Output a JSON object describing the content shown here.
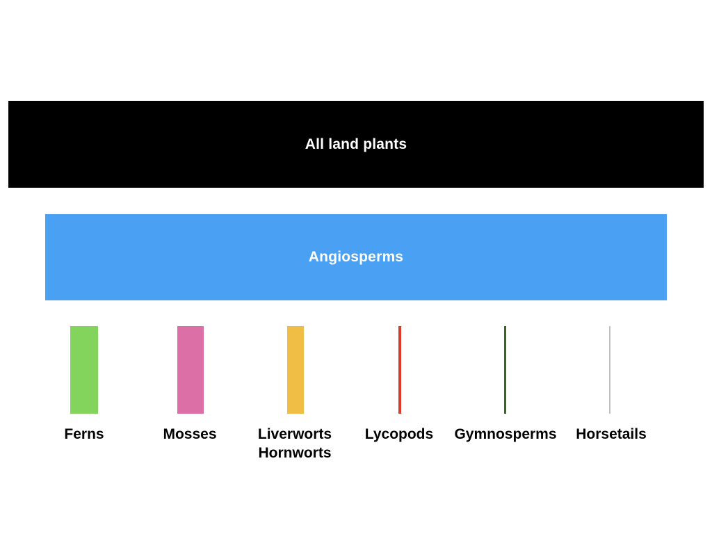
{
  "slide": {
    "background_color": "#FFFFFF",
    "top_bar": {
      "label": "All land plants",
      "color": "#000000",
      "text_color": "#FFFFFF"
    },
    "second_bar": {
      "label": "Angiosperms",
      "color": "#4AA0F2",
      "text_color": "#FFFFFF"
    },
    "small_bars": [
      {
        "label": "Ferns",
        "color": "#82D45C"
      },
      {
        "label": "Mosses",
        "color": "#DB6FA6"
      },
      {
        "label": "Liverworts\nHornworts",
        "color": "#F0BD45"
      },
      {
        "label": "Lycopods",
        "color": "#D93B2B"
      },
      {
        "label": "Gymnosperms",
        "color": "#35691F"
      },
      {
        "label": "Horsetails",
        "color": "#C0C0C0"
      }
    ]
  },
  "chart_data": {
    "type": "bar",
    "title": "",
    "orientation": "width-encoded horizontal comparison",
    "note": "No numeric axis shown; values are relative bar widths in pixels estimated from the image",
    "categories": [
      "All land plants",
      "Angiosperms",
      "Ferns",
      "Mosses",
      "Liverworts + Hornworts",
      "Lycopods",
      "Gymnosperms",
      "Horsetails"
    ],
    "values": [
      1000,
      894,
      40,
      38,
      24,
      4,
      3,
      2
    ],
    "bar_colors": [
      "#000000",
      "#4AA0F2",
      "#82D45C",
      "#DB6FA6",
      "#F0BD45",
      "#D93B2B",
      "#35691F",
      "#C0C0C0"
    ],
    "xlabel": "",
    "ylabel": "",
    "grid": false,
    "legend": false
  }
}
